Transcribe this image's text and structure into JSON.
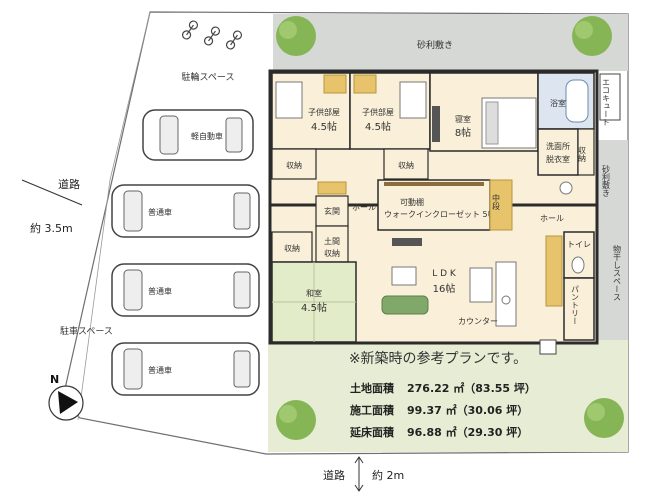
{
  "labels": {
    "gravel_top": "砂利敷き",
    "gravel_right": "砂利敷き",
    "bicycle_space": "駐輪スペース",
    "light_car": "軽自動車",
    "normal_car": "普通車",
    "parking_space": "駐車スペース",
    "road_left": "道路",
    "road_left_width": "約 3.5m",
    "road_bottom": "道路",
    "road_bottom_width": "約 2m",
    "north": "N",
    "kids_room_1": "子供部屋",
    "kids_room_1_size": "4.5帖",
    "kids_room_2": "子供部屋",
    "kids_room_2_size": "4.5帖",
    "bedroom": "寝室",
    "bedroom_size": "8帖",
    "bath": "浴室",
    "ecocute": "エコキュート",
    "washroom": "洗面所",
    "dressing": "脱衣室",
    "storage_1": "収納",
    "storage_2": "収納",
    "storage_3": "収納",
    "storage_4": "収納",
    "hall_1": "ホール",
    "hall_2": "ホール",
    "entrance": "玄関",
    "earth_floor": "土間",
    "earth_storage": "収納",
    "movable_shelf": "可動棚",
    "walkin": "ウォークインクローゼット 5帖",
    "mid_wall": "中段",
    "toilet": "トイレ",
    "drying_space": "物干しスペース",
    "ldk": "L D K",
    "ldk_size": "16帖",
    "japanese_room": "和室",
    "japanese_size": "4.5帖",
    "counter": "カウンター",
    "pantry": "パントリー"
  },
  "note": "※新築時の参考プランです。",
  "areas": [
    {
      "label": "土地面積",
      "value": "276.22 ㎡（83.55 坪）"
    },
    {
      "label": "施工面積",
      "value": "99.37 ㎡（30.06 坪）"
    },
    {
      "label": "延床面積",
      "value": "96.88 ㎡（29.30 坪）"
    }
  ],
  "colors": {
    "gravel": "#d6d8d6",
    "lawn": "#e7edd4",
    "floor": "#faf0d9",
    "tatami": "#e3ecc9",
    "wall": "#2b2b2b",
    "bath": "#dde6f0",
    "tree": "#86b556",
    "sofa": "#7fa86a",
    "accent": "#e7c46b"
  }
}
